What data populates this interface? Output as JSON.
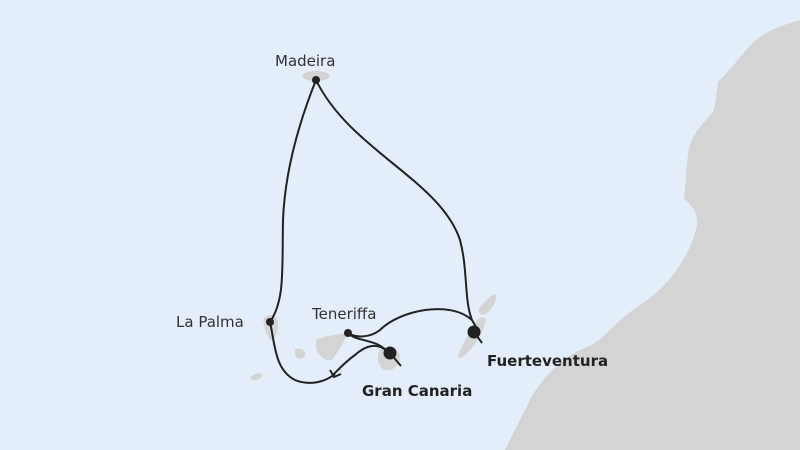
{
  "map": {
    "colors": {
      "sea": "#e3eefa",
      "land": "#d4d4d4",
      "route": "#222222"
    },
    "ports": [
      {
        "name": "Madeira",
        "type": "stop"
      },
      {
        "name": "La Palma",
        "type": "stop"
      },
      {
        "name": "Teneriffa",
        "type": "stop"
      },
      {
        "name": "Gran Canaria",
        "type": "start-end"
      },
      {
        "name": "Fuerteventura",
        "type": "start-end"
      }
    ]
  }
}
